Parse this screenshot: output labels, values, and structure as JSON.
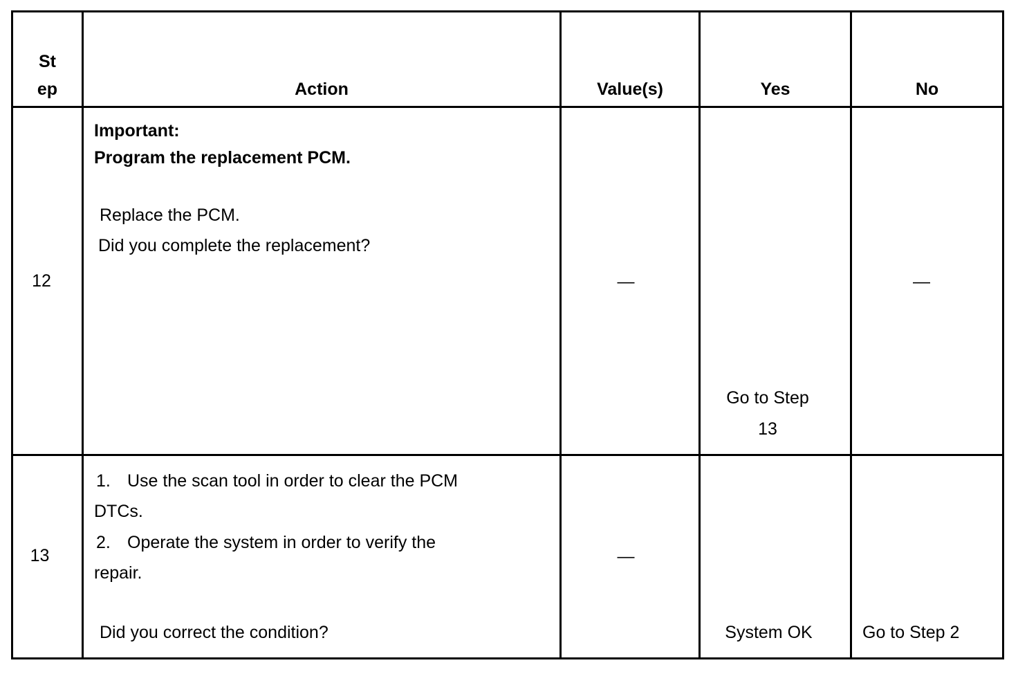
{
  "table": {
    "headers": {
      "step_line1": "St",
      "step_line2": "ep",
      "action": "Action",
      "values": "Value(s)",
      "yes": "Yes",
      "no": "No"
    },
    "rows": [
      {
        "step": "12",
        "important_label": "Important:",
        "important_text": "Program the replacement PCM.",
        "action_line1": "Replace the PCM.",
        "action_line2": "Did you complete the replacement?",
        "value": "—",
        "yes_line1": "Go to Step",
        "yes_line2": "13",
        "no": "—"
      },
      {
        "step": "13",
        "item1_num": "1.",
        "item1_line1": "Use the scan tool in order to clear the PCM",
        "item1_line2": "DTCs.",
        "item2_num": "2.",
        "item2_line1": "Operate the system in order to verify the",
        "item2_line2": "repair.",
        "question": "Did you correct the condition?",
        "value": "—",
        "yes": "System OK",
        "no": "Go to Step 2"
      }
    ]
  }
}
